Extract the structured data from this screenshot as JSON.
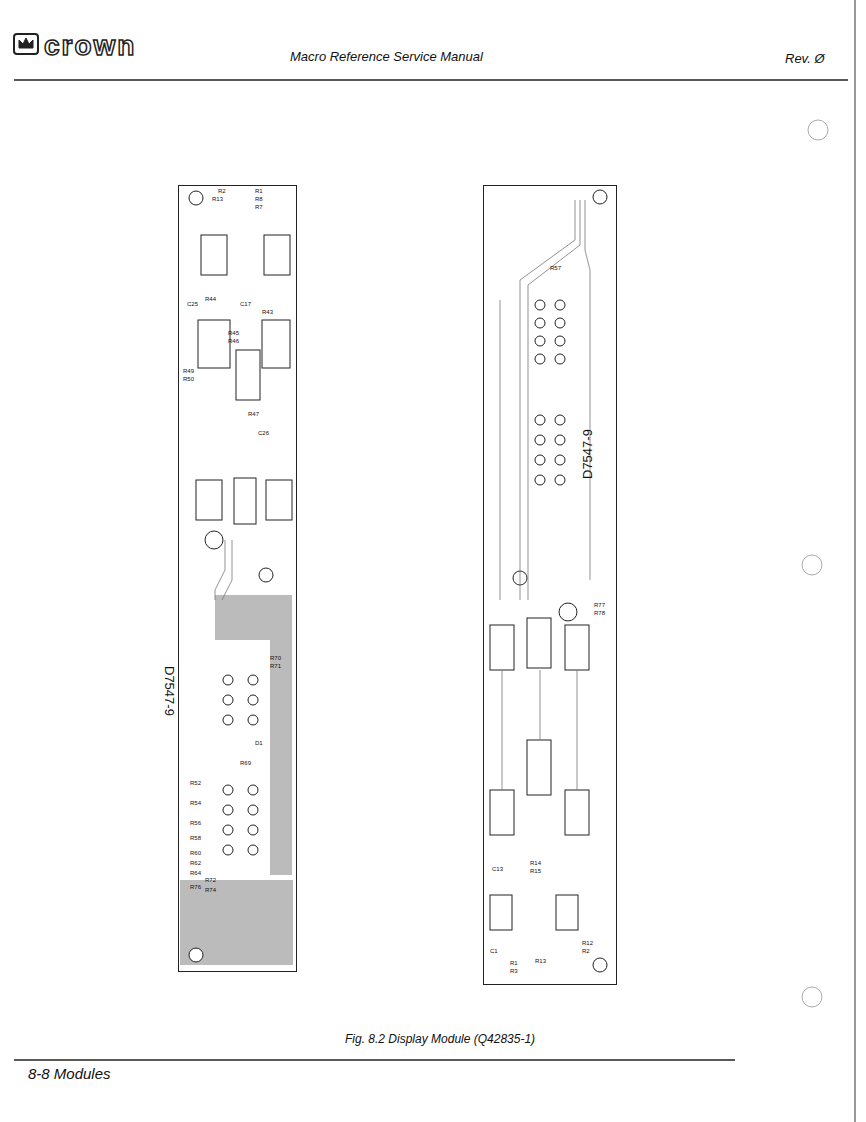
{
  "diagram": {
    "caption": "Fig. 8.2 Display Module (Q42835-1)",
    "nodes": [
      {
        "text": [
          "D7547-9"
        ]
      },
      {
        "text": [
          "D7547-9"
        ]
      }
    ],
    "labels": [
      "crown",
      "Macro Reference Service Manual",
      "Rev. Ø",
      "8-8 Modules",
      "R1",
      "R8",
      "R7",
      "R13",
      "R2",
      "C17",
      "R43",
      "R44",
      "C25",
      "R45",
      "R46",
      "R47",
      "R49",
      "R50",
      "C26",
      "R52",
      "R54",
      "R56",
      "R58",
      "R60",
      "R62",
      "R64",
      "R76",
      "R72",
      "R74",
      "R70",
      "R71",
      "D1",
      "R69",
      "R1",
      "R2",
      "R3",
      "R12",
      "R13",
      "C1",
      "R14",
      "R15",
      "R57",
      "R77",
      "R78",
      "C13"
    ]
  }
}
